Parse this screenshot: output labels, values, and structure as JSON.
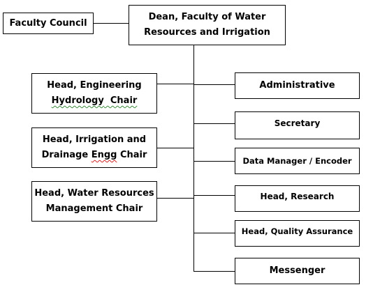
{
  "org_chart": {
    "top": {
      "council": "Faculty Council",
      "dean_line1": "Dean, Faculty of Water",
      "dean_line2": "Resources and Irrigation"
    },
    "chairs": [
      {
        "line1": "Head, Engineering",
        "line2_a": "Hydrology",
        "line2_b": "  Chair"
      },
      {
        "line1": "Head, Irrigation and",
        "line2_a": "Drainage ",
        "line2_b": "Engg",
        "line2_c": " Chair"
      },
      {
        "line1": "Head, Water Resources",
        "line2": "Management Chair"
      }
    ],
    "staff": [
      "Administrative",
      "Secretary",
      "Data Manager / Encoder",
      "Head, Research",
      "Head, Quality Assurance",
      "Messenger"
    ]
  }
}
